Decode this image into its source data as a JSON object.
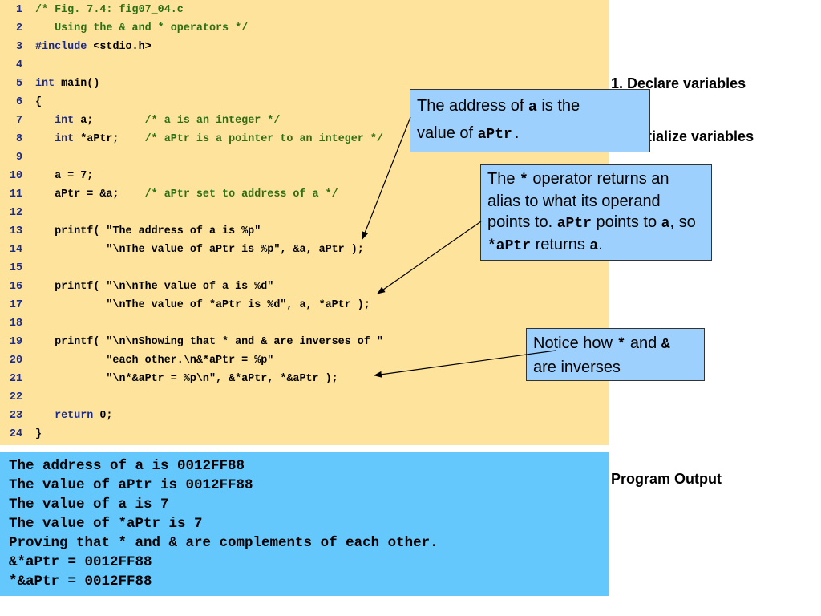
{
  "code_lines": [
    {
      "n": "1",
      "parts": [
        {
          "t": "/* Fig. 7.4: fig07_04.c",
          "c": "cm"
        }
      ]
    },
    {
      "n": "2",
      "parts": [
        {
          "t": "   Using the & and * operators */",
          "c": "cm"
        }
      ]
    },
    {
      "n": "3",
      "parts": [
        {
          "t": "#include",
          "c": "kw"
        },
        {
          "t": " <stdio.h>",
          "c": ""
        }
      ]
    },
    {
      "n": "4",
      "parts": []
    },
    {
      "n": "5",
      "parts": [
        {
          "t": "int",
          "c": "kw"
        },
        {
          "t": " main()",
          "c": ""
        }
      ]
    },
    {
      "n": "6",
      "parts": [
        {
          "t": "{",
          "c": ""
        }
      ]
    },
    {
      "n": "7",
      "parts": [
        {
          "t": "   ",
          "c": ""
        },
        {
          "t": "int",
          "c": "kw"
        },
        {
          "t": " a;        ",
          "c": ""
        },
        {
          "t": "/* a is an integer */",
          "c": "cm"
        }
      ]
    },
    {
      "n": "8",
      "parts": [
        {
          "t": "   ",
          "c": ""
        },
        {
          "t": "int",
          "c": "kw"
        },
        {
          "t": " *aPtr;    ",
          "c": ""
        },
        {
          "t": "/* aPtr is a pointer to an integer */",
          "c": "cm"
        }
      ]
    },
    {
      "n": "9",
      "parts": []
    },
    {
      "n": "10",
      "parts": [
        {
          "t": "   a = 7;",
          "c": ""
        }
      ]
    },
    {
      "n": "11",
      "parts": [
        {
          "t": "   aPtr = &a;    ",
          "c": ""
        },
        {
          "t": "/* aPtr set to address of a */",
          "c": "cm"
        }
      ]
    },
    {
      "n": "12",
      "parts": []
    },
    {
      "n": "13",
      "parts": [
        {
          "t": "   printf( \"The address of a is %p\"",
          "c": ""
        }
      ]
    },
    {
      "n": "14",
      "parts": [
        {
          "t": "           \"\\nThe value of aPtr is %p\", &a, aPtr );",
          "c": ""
        }
      ]
    },
    {
      "n": "15",
      "parts": []
    },
    {
      "n": "16",
      "parts": [
        {
          "t": "   printf( \"\\n\\nThe value of a is %d\"",
          "c": ""
        }
      ]
    },
    {
      "n": "17",
      "parts": [
        {
          "t": "           \"\\nThe value of *aPtr is %d\", a, *aPtr );",
          "c": ""
        }
      ]
    },
    {
      "n": "18",
      "parts": []
    },
    {
      "n": "19",
      "parts": [
        {
          "t": "   printf( \"\\n\\nShowing that * and & are inverses of \"",
          "c": ""
        }
      ]
    },
    {
      "n": "20",
      "parts": [
        {
          "t": "           \"each other.\\n&*aPtr = %p\"",
          "c": ""
        }
      ]
    },
    {
      "n": "21",
      "parts": [
        {
          "t": "           \"\\n*&aPtr = %p\\n\", &*aPtr, *&aPtr );",
          "c": ""
        }
      ]
    },
    {
      "n": "22",
      "parts": []
    },
    {
      "n": "23",
      "parts": [
        {
          "t": "   ",
          "c": ""
        },
        {
          "t": "return",
          "c": "kw"
        },
        {
          "t": " 0;",
          "c": ""
        }
      ]
    },
    {
      "n": "24",
      "parts": [
        {
          "t": "}",
          "c": ""
        }
      ]
    }
  ],
  "output_lines": [
    "The address of a is 0012FF88",
    "The value of aPtr is 0012FF88",
    "The value of a is 7",
    "The value of *aPtr is 7",
    "Proving that * and & are complements of each other.",
    "&*aPtr = 0012FF88",
    "*&aPtr = 0012FF88"
  ],
  "side_labels": {
    "declare": "1. Declare variables",
    "initialize": "itialize variables",
    "program_output": "Program Output"
  },
  "callouts": {
    "c1": {
      "a": "The address of ",
      "b": "a",
      "c": " is the",
      "d": "value of ",
      "e": "aPtr",
      "f": "."
    },
    "c2": {
      "a": "The ",
      "b": "*",
      "c": " operator returns an alias to what its operand points to.  ",
      "d": "aPtr",
      "e": " points to ",
      "f": "a",
      "g": ", so ",
      "h": "*aPtr",
      "i": " returns ",
      "j": "a",
      "k": "."
    },
    "c3": {
      "a": "Notice how ",
      "b": "*",
      "c": " and ",
      "d": "&",
      "e": "are inverses"
    }
  }
}
